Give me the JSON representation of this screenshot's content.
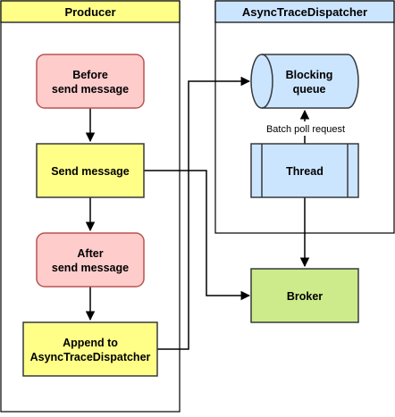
{
  "lanes": {
    "producer": {
      "title": "Producer"
    },
    "dispatcher": {
      "title": "AsyncTraceDispatcher"
    }
  },
  "nodes": {
    "before_send": {
      "line1": "Before",
      "line2": "send message"
    },
    "send": {
      "label": "Send message"
    },
    "after_send": {
      "line1": "After",
      "line2": "send message"
    },
    "append": {
      "line1": "Append to",
      "line2": "AsyncTraceDispatcher"
    },
    "queue": {
      "line1": "Blocking",
      "line2": "queue"
    },
    "thread": {
      "label": "Thread"
    },
    "broker": {
      "label": "Broker"
    }
  },
  "edges": {
    "batch_poll": {
      "label": "Batch poll request"
    }
  },
  "colors": {
    "lane_header": "#ffff88",
    "pink_fill": "#ffcccc",
    "pink_stroke": "#b85450",
    "yellow_fill": "#ffff88",
    "yellow_stroke": "#36393d",
    "blue_fill": "#cce5ff",
    "blue_stroke": "#36393d",
    "green_fill": "#cdeb8b",
    "green_stroke": "#36393d"
  }
}
